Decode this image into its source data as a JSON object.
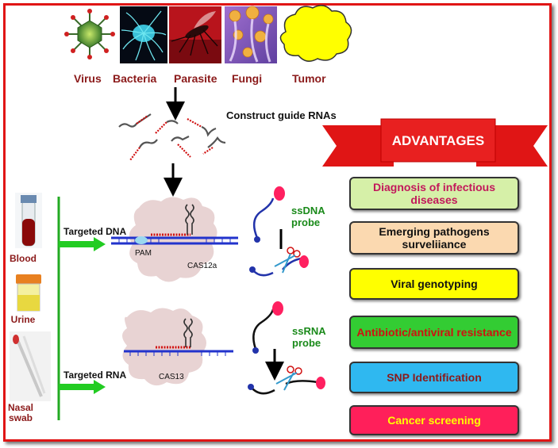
{
  "pathogens": [
    {
      "label": "Virus",
      "icon": "virus-icon"
    },
    {
      "label": "Bacteria",
      "icon": "bacteria-icon"
    },
    {
      "label": "Parasite",
      "icon": "mosquito-icon"
    },
    {
      "label": "Fungi",
      "icon": "fungi-icon"
    },
    {
      "label": "Tumor",
      "icon": "tumor-cloud-icon"
    }
  ],
  "guide_rna_label": "Construct guide RNAs",
  "samples": [
    {
      "label": "Blood",
      "icon": "blood-tube-icon"
    },
    {
      "label": "Urine",
      "icon": "urine-container-icon"
    },
    {
      "label": "Nasal swab",
      "icon": "swab-icon"
    }
  ],
  "cas12": {
    "target": "Targeted DNA",
    "pam": "PAM",
    "enzyme": "CAS12a",
    "probe": "ssDNA probe"
  },
  "cas13": {
    "target": "Targeted RNA",
    "enzyme": "CAS13",
    "probe": "ssRNA probe"
  },
  "advantages": {
    "title": "ADVANTAGES",
    "items": [
      {
        "label": "Diagnosis of infectious diseases",
        "bg": "#d6f0a8",
        "color": "#c2185b"
      },
      {
        "label": "Emerging pathogens surveliiance",
        "bg": "#fbd9b0",
        "color": "#111111"
      },
      {
        "label": "Viral genotyping",
        "bg": "#ffff00",
        "color": "#111111"
      },
      {
        "label": "Antibiotic/antiviral resistance",
        "bg": "#33cc33",
        "color": "#d01010"
      },
      {
        "label": "SNP Identification",
        "bg": "#2fb8f0",
        "color": "#8b1a1a"
      },
      {
        "label": "Cancer screening",
        "bg": "#ff1f5a",
        "color": "#ffff00"
      }
    ]
  },
  "colors": {
    "frame": "#e01515",
    "banner": "#e01515",
    "arrow_green": "#22cc22",
    "cas_blob": "#e8d3d3"
  }
}
